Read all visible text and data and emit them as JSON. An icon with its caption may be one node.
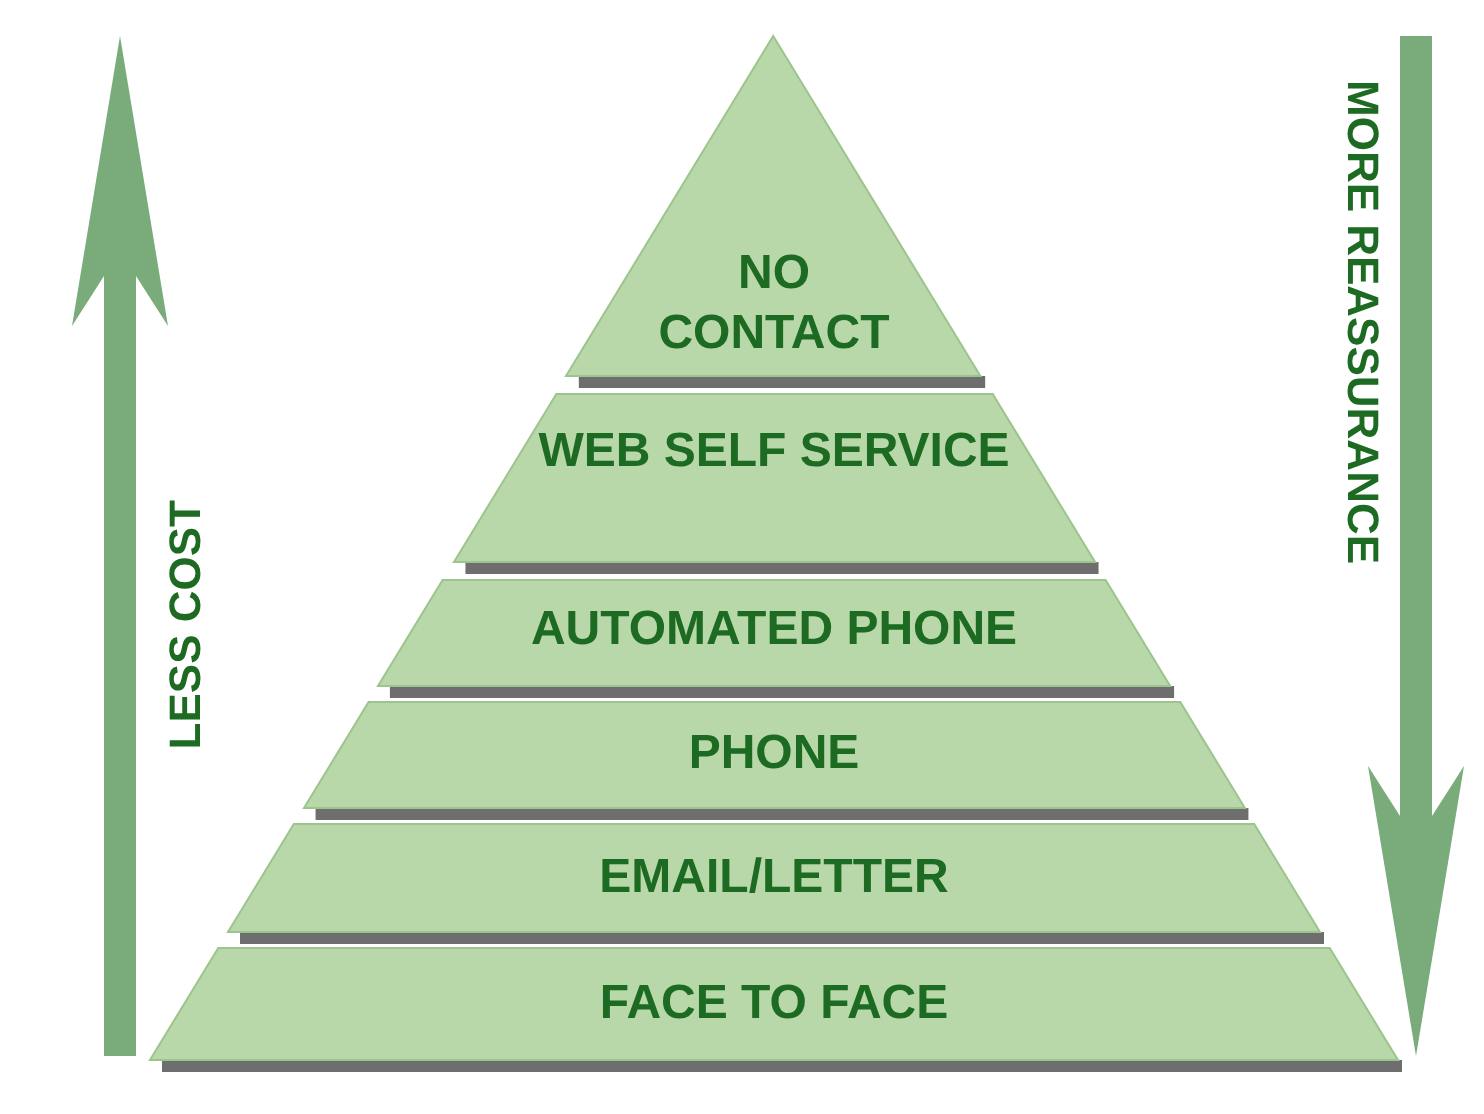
{
  "diagram": {
    "nodes": [
      {
        "text": [
          "NO CONTACT"
        ]
      },
      {
        "text": [
          "WEB SELF SERVICE"
        ]
      },
      {
        "text": [
          "AUTOMATED PHONE"
        ]
      },
      {
        "text": [
          "PHONE"
        ]
      },
      {
        "text": [
          "EMAIL/LETTER"
        ]
      },
      {
        "text": [
          "FACE TO FACE"
        ]
      }
    ],
    "labels": [
      "LESS COST",
      "MORE REASSURANCE"
    ]
  }
}
